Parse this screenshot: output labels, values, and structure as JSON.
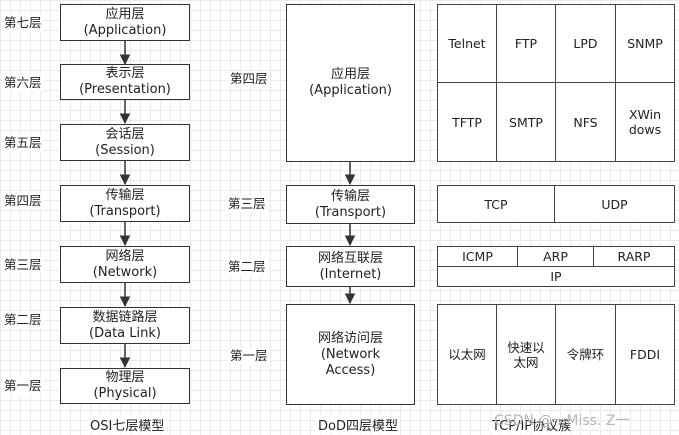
{
  "osi": {
    "levels": [
      "第七层",
      "第六层",
      "第五层",
      "第四层",
      "第三层",
      "第二层",
      "第一层"
    ],
    "layers": [
      {
        "name": "应用层",
        "en": "(Application)"
      },
      {
        "name": "表示层",
        "en": "(Presentation)"
      },
      {
        "name": "会话层",
        "en": "(Session)"
      },
      {
        "name": "传输层",
        "en": "(Transport)"
      },
      {
        "name": "网络层",
        "en": "(Network)"
      },
      {
        "name": "数据链路层",
        "en": "(Data Link)"
      },
      {
        "name": "物理层",
        "en": "(Physical)"
      }
    ],
    "caption": "OSI七层模型"
  },
  "dod": {
    "levels": [
      "第四层",
      "第三层",
      "第二层",
      "第一层"
    ],
    "layers": [
      {
        "name": "应用层",
        "en": "(Application)"
      },
      {
        "name": "传输层",
        "en": "(Transport)"
      },
      {
        "name": "网络互联层",
        "en": "(Internet)"
      },
      {
        "name": "网络访问层",
        "en": "(Network",
        "en2": "Access)"
      }
    ],
    "caption": "DoD四层模型"
  },
  "tcpip": {
    "app_protocols": [
      "Telnet",
      "FTP",
      "LPD",
      "SNMP",
      "TFTP",
      "SMTP",
      "NFS",
      "XWin dows"
    ],
    "app_protocol_xwin_line1": "XWin",
    "app_protocol_xwin_line2": "dows",
    "transport_protocols": [
      "TCP",
      "UDP"
    ],
    "internet_protocols": [
      "ICMP",
      "ARP",
      "RARP"
    ],
    "ip": "IP",
    "access_protocols": [
      "以太网",
      "快速以太网",
      "令牌环",
      "FDDI"
    ],
    "access_fast_line1": "快速以",
    "access_fast_line2": "太网",
    "caption": "TCP/IP协议簇"
  },
  "watermark": "CSDN @一Miss. Z一"
}
